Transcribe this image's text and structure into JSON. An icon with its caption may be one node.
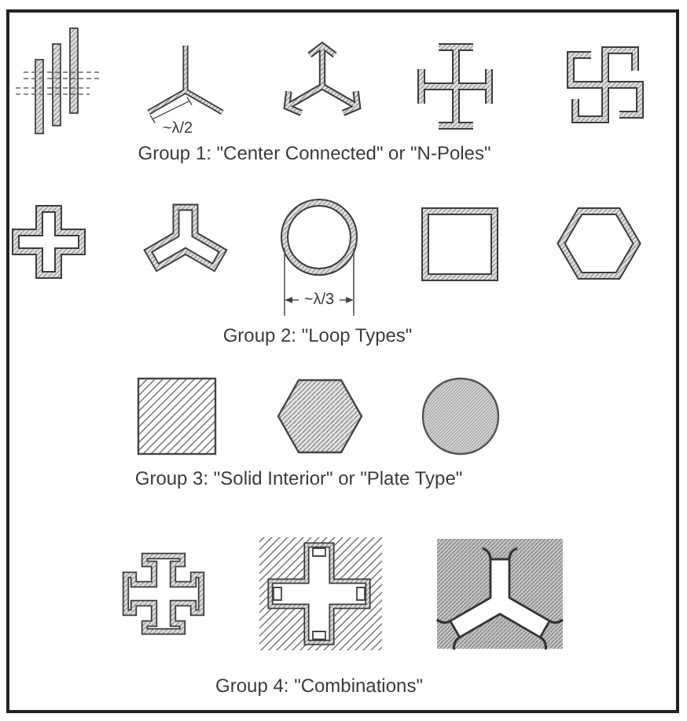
{
  "diagram": {
    "labels": [
      "~λ/2",
      "Group 1: \"Center Connected\" or \"N-Poles\"",
      "~λ/3",
      "Group 2: \"Loop Types\"",
      "Group 3: \"Solid Interior\" or \"Plate Type\"",
      "Group 4: \"Combinations\""
    ]
  }
}
